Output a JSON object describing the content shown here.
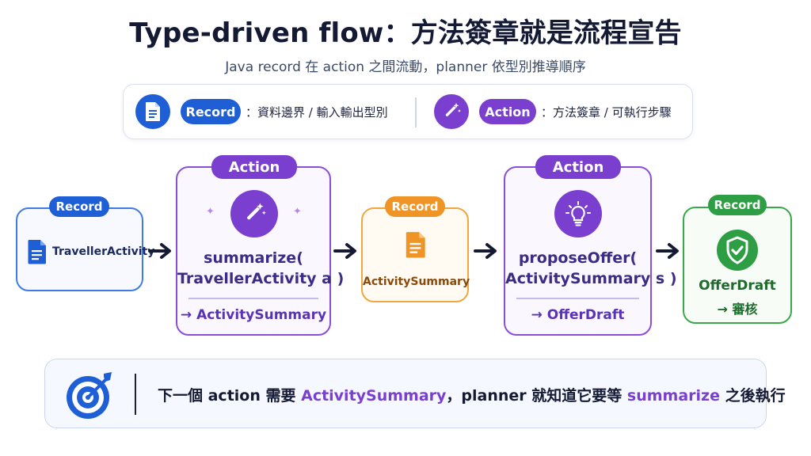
{
  "title": "Type-driven flow：方法簽章就是流程宣告",
  "subtitle": "Java record 在 action 之間流動，planner 依型別推導順序",
  "legend": {
    "record_pill": "Record",
    "record_desc": "：資料邊界 / 輸入輸出型別",
    "action_pill": "Action",
    "action_desc": "：方法簽章 / 可執行步驟"
  },
  "flow": {
    "node1": {
      "tag": "Record",
      "label": "TravellerActivity",
      "icon": "document-icon"
    },
    "action1": {
      "tag": "Action",
      "fn_line1": "summarize(",
      "fn_line2": "TravellerActivity a )",
      "returns": "→  ActivitySummary",
      "icon": "magic-wand-icon"
    },
    "node2": {
      "tag": "Record",
      "label": "ActivitySummary",
      "icon": "document-icon"
    },
    "action2": {
      "tag": "Action",
      "fn_line1": "proposeOffer(",
      "fn_line2": "ActivitySummary s )",
      "returns": "→  OfferDraft",
      "icon": "lightbulb-icon"
    },
    "node3": {
      "tag": "Record",
      "label": "OfferDraft",
      "sublabel": "→ 審核",
      "icon": "shield-check-icon"
    }
  },
  "bottom": {
    "part1": "下一個 action 需要 ",
    "part2": "ActivitySummary",
    "part3": "，planner 就知道它要等 ",
    "part4": "summarize",
    "part5": " 之後執行",
    "icon": "target-icon"
  },
  "colors": {
    "record_blue": "#1f5fd6",
    "action_purple": "#7a3fcf",
    "record_orange": "#ef9426",
    "record_green": "#2e9e45"
  }
}
